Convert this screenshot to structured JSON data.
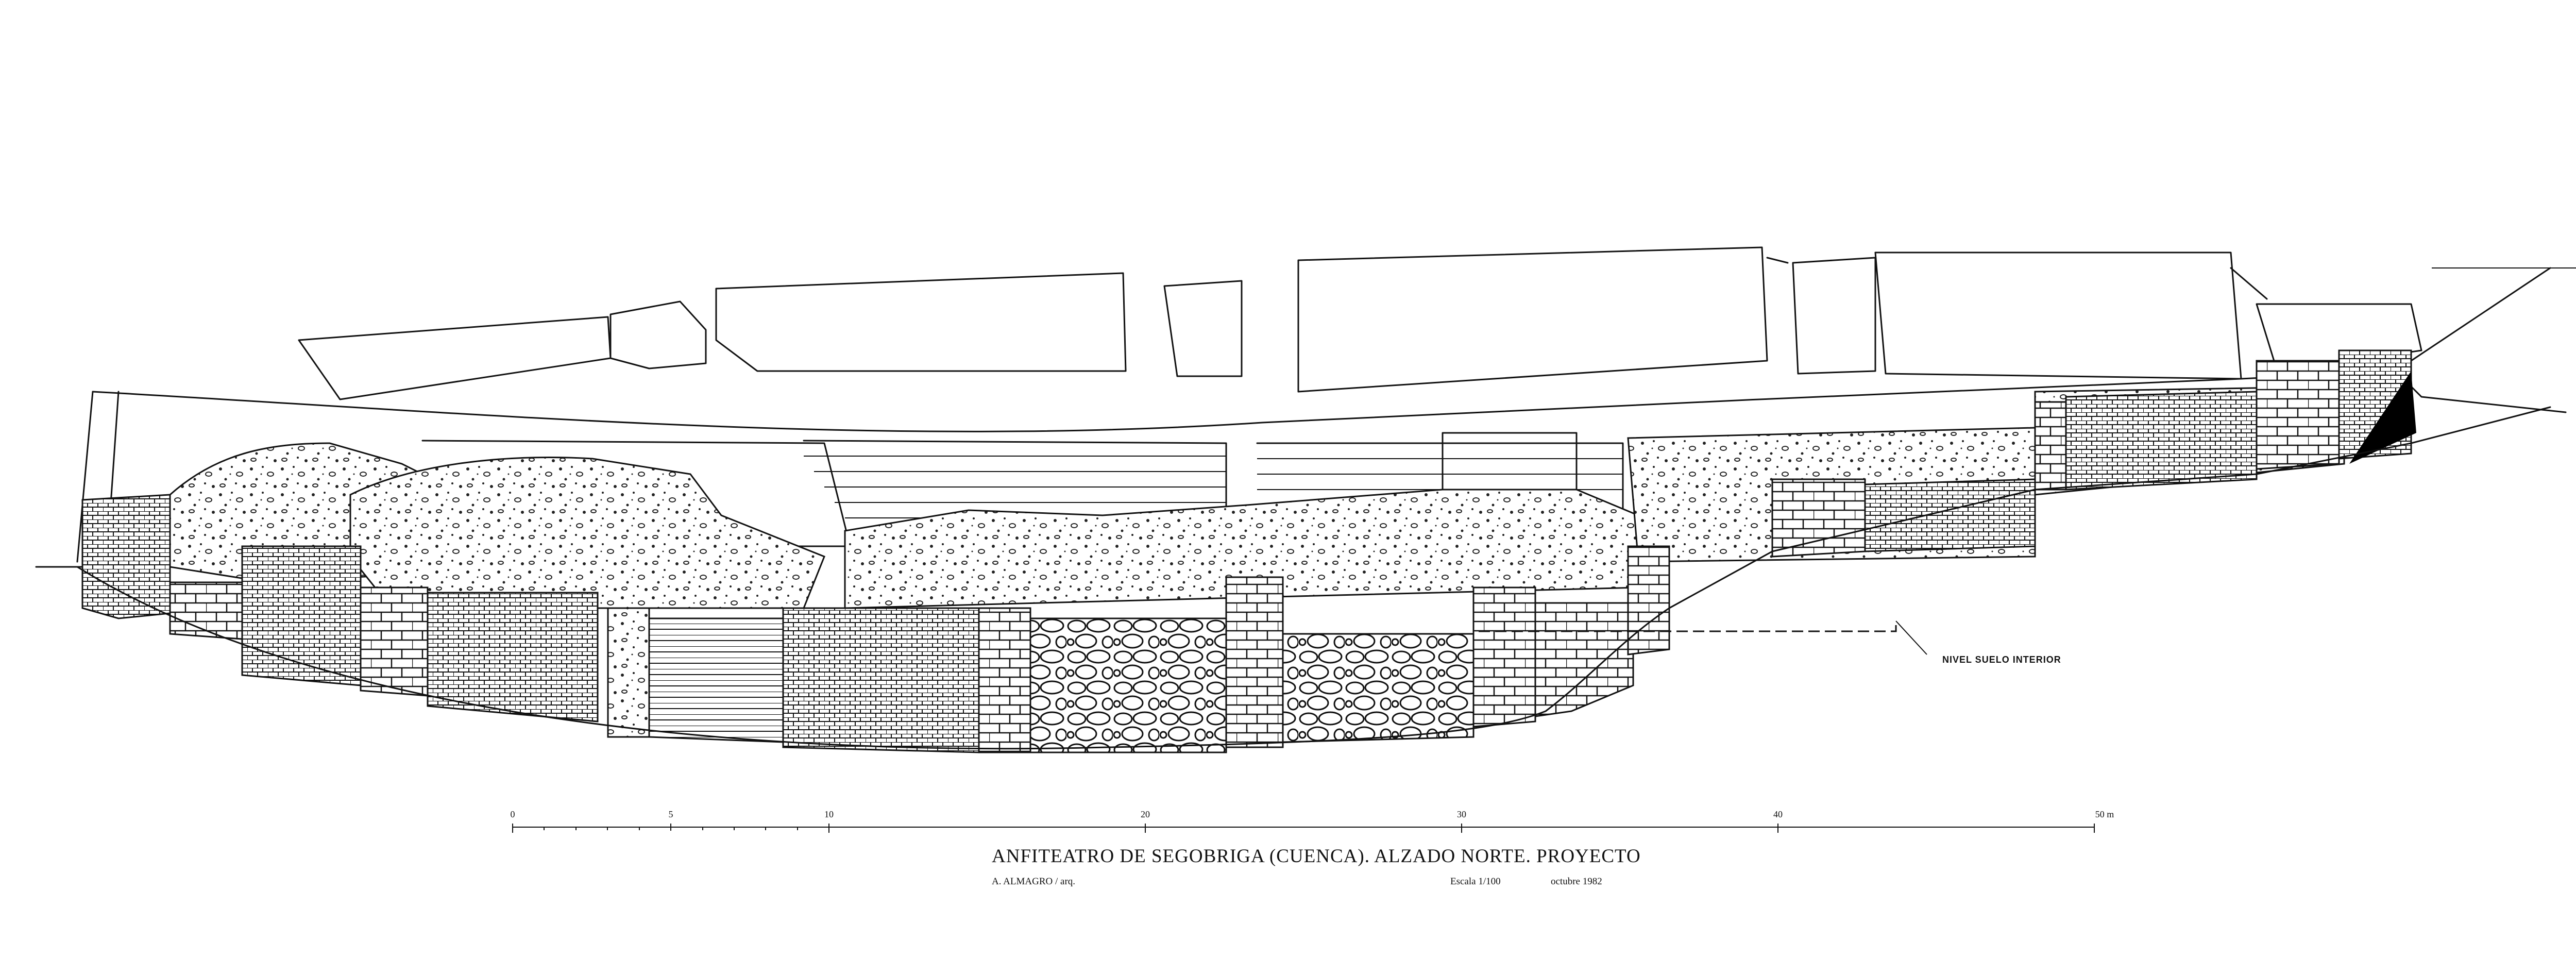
{
  "title": "ANFITEATRO DE SEGOBRIGA (CUENCA). ALZADO NORTE. PROYECTO",
  "author": "A. ALMAGRO / arq.",
  "scale": "Escala 1/100",
  "date": "octubre 1982",
  "annotation": "NIVEL SUELO INTERIOR",
  "scale_bar": {
    "ticks": [
      "0",
      "5",
      "10",
      "20",
      "30",
      "40",
      "50 m"
    ],
    "values": [
      0,
      5,
      10,
      20,
      30,
      40,
      50
    ]
  }
}
